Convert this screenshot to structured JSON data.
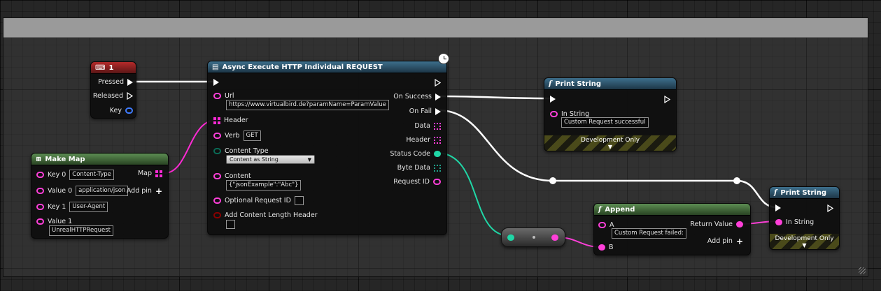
{
  "colors": {
    "exec": "#ffffff",
    "struct_map": "#ff2ad4",
    "string": "#ff3fd9",
    "int": "#20d6a6",
    "key": "#3f7bff",
    "bool": "#8a0000"
  },
  "key_event": {
    "title": "1",
    "icon": "keyboard-icon",
    "pins": {
      "pressed": "Pressed",
      "released": "Released",
      "key": "Key"
    }
  },
  "make_map": {
    "title": "Make Map",
    "rows": [
      {
        "label": "Key 0",
        "value": "Content-Type"
      },
      {
        "label": "Value 0",
        "value": "application/json"
      },
      {
        "label": "Key 1",
        "value": "User-Agent"
      },
      {
        "label": "Value 1",
        "value": "UnrealHTTPRequest"
      }
    ],
    "output": "Map",
    "add_pin": "Add pin"
  },
  "http_node": {
    "title": "Async Execute HTTP Individual REQUEST",
    "url_label": "Url",
    "url_value": "https://www.virtualbird.de?paramName=ParamValue",
    "header_label": "Header",
    "verb_label": "Verb",
    "verb_value": "GET",
    "content_type_label": "Content Type",
    "content_type_value": "Content as String",
    "content_label": "Content",
    "content_value": "{\"jsonExample\":\"Abc\"}",
    "optional_request_id_label": "Optional Request ID",
    "content_length_label": "Add Content Length Header",
    "outputs": {
      "on_success": "On Success",
      "on_fail": "On Fail",
      "data": "Data",
      "header": "Header",
      "status_code": "Status Code",
      "byte_data": "Byte Data",
      "request_id": "Request ID"
    }
  },
  "print_string_1": {
    "title": "Print String",
    "in_string_label": "In String",
    "in_string_value": "Custom Request successful",
    "footer": "Development Only"
  },
  "append": {
    "title": "Append",
    "a_label": "A",
    "a_value": "Custom Request failed:",
    "b_label": "B",
    "return_label": "Return Value",
    "add_pin": "Add pin"
  },
  "print_string_2": {
    "title": "Print String",
    "in_string_label": "In String",
    "footer": "Development Only"
  }
}
